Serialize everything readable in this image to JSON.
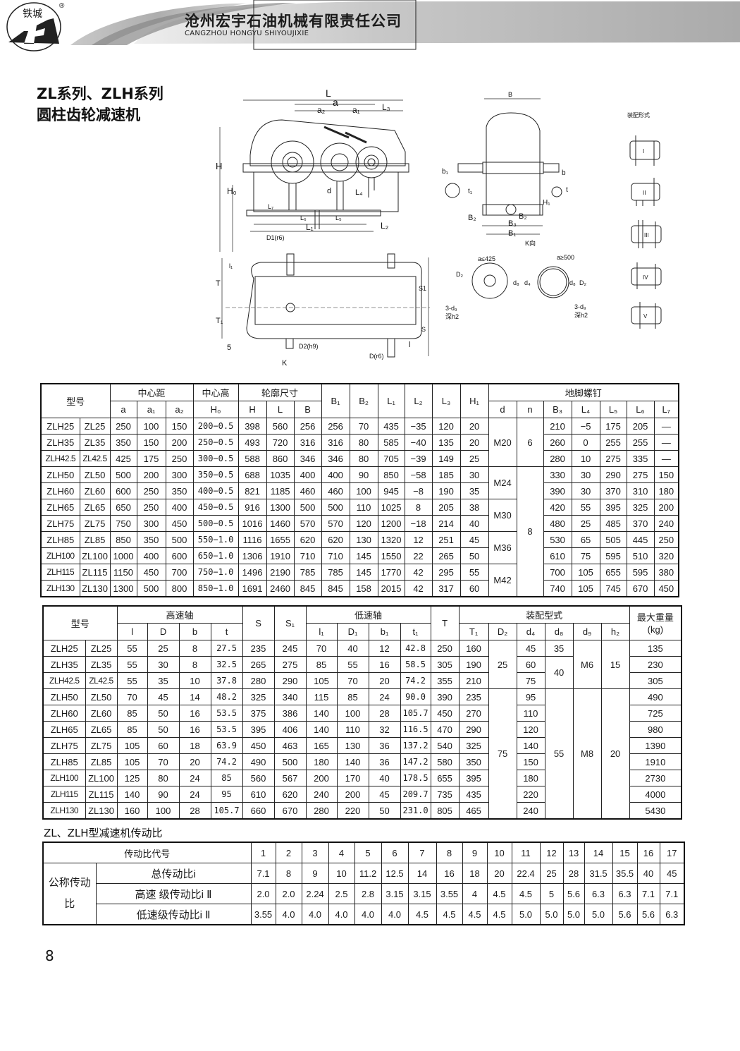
{
  "header": {
    "logo_text": "铁城",
    "logo_mark": "TC",
    "registered": "®",
    "company_cn": "沧州宏宇石油机械有限责任公司",
    "company_en": "CANGZHOU HONGYU SHIYOUJIXIE"
  },
  "title": {
    "line1": "ZL系列、ZLH系列",
    "line2": "圆柱齿轮减速机"
  },
  "drawings": {
    "front": {
      "L": "L",
      "a": "a",
      "a2": "a₂",
      "a1": "a₁",
      "L3": "L₃",
      "H": "H",
      "H0": "H₀",
      "d": "d",
      "L4": "L₄",
      "L7": "L₇",
      "L6": "L₆",
      "L5": "L₅",
      "L1": "L₁",
      "L2": "L₂"
    },
    "side": {
      "B": "B",
      "b1": "b₁",
      "b": "b",
      "t1": "t₁",
      "t": "t",
      "H1": "H₁",
      "B2a": "B₂",
      "B2b": "B₂",
      "B3": "B₃",
      "B1": "B₁",
      "k_view": "K向"
    },
    "top": {
      "D1": "D1(r6)",
      "l1": "l₁",
      "T": "T",
      "S1": "S1",
      "T1": "T₁",
      "S": "S",
      "five": "5",
      "D2": "D2(h9)",
      "K": "K",
      "D": "D(r6)",
      "l": "l"
    },
    "flange_small": {
      "cond": "a≤425",
      "D2": "D₂",
      "d8": "d₈",
      "d4": "d₄",
      "holes": "3-d₉",
      "depth": "深h2"
    },
    "flange_large": {
      "cond": "a≥500",
      "d8": "d₈",
      "D2": "D₂",
      "holes": "3-d₉",
      "depth": "深h2"
    },
    "assembly": {
      "title": "装配形式",
      "forms": [
        "I",
        "II",
        "III",
        "IV",
        "V"
      ]
    }
  },
  "table1": {
    "headers": {
      "model": "型号",
      "center_distance": "中心距",
      "center_height": "中心高",
      "outline": "轮廓尺寸",
      "anchor": "地脚螺钉",
      "a": "a",
      "a1": "a₁",
      "a2": "a₂",
      "H0": "H₀",
      "H": "H",
      "L": "L",
      "B": "B",
      "B1": "B₁",
      "B2": "B₂",
      "L1": "L₁",
      "L2": "L₂",
      "L3": "L₃",
      "H1": "H₁",
      "d": "d",
      "n": "n",
      "B3": "B₃",
      "L4": "L₄",
      "L5": "L₅",
      "L6": "L₆",
      "L7": "L₇"
    },
    "rows": [
      [
        "ZLH25",
        "ZL25",
        "250",
        "100",
        "150",
        "200−0.5",
        "398",
        "560",
        "256",
        "256",
        "70",
        "435",
        "−35",
        "120",
        "20",
        "210",
        "−5",
        "175",
        "205",
        "—"
      ],
      [
        "ZLH35",
        "ZL35",
        "350",
        "150",
        "200",
        "250−0.5",
        "493",
        "720",
        "316",
        "316",
        "80",
        "585",
        "−40",
        "135",
        "20",
        "260",
        "0",
        "255",
        "255",
        "—"
      ],
      [
        "ZLH42.5",
        "ZL42.5",
        "425",
        "175",
        "250",
        "300−0.5",
        "588",
        "860",
        "346",
        "346",
        "80",
        "705",
        "−39",
        "149",
        "25",
        "280",
        "10",
        "275",
        "335",
        "—"
      ],
      [
        "ZLH50",
        "ZL50",
        "500",
        "200",
        "300",
        "350−0.5",
        "688",
        "1035",
        "400",
        "400",
        "90",
        "850",
        "−58",
        "185",
        "30",
        "330",
        "30",
        "290",
        "275",
        "150"
      ],
      [
        "ZLH60",
        "ZL60",
        "600",
        "250",
        "350",
        "400−0.5",
        "821",
        "1185",
        "460",
        "460",
        "100",
        "945",
        "−8",
        "190",
        "35",
        "390",
        "30",
        "370",
        "310",
        "180"
      ],
      [
        "ZLH65",
        "ZL65",
        "650",
        "250",
        "400",
        "450−0.5",
        "916",
        "1300",
        "500",
        "500",
        "110",
        "1025",
        "8",
        "205",
        "38",
        "420",
        "55",
        "395",
        "325",
        "200"
      ],
      [
        "ZLH75",
        "ZL75",
        "750",
        "300",
        "450",
        "500−0.5",
        "1016",
        "1460",
        "570",
        "570",
        "120",
        "1200",
        "−18",
        "214",
        "40",
        "480",
        "25",
        "485",
        "370",
        "240"
      ],
      [
        "ZLH85",
        "ZL85",
        "850",
        "350",
        "500",
        "550−1.0",
        "1116",
        "1655",
        "620",
        "620",
        "130",
        "1320",
        "12",
        "251",
        "45",
        "530",
        "65",
        "505",
        "445",
        "250"
      ],
      [
        "ZLH100",
        "ZL100",
        "1000",
        "400",
        "600",
        "650−1.0",
        "1306",
        "1910",
        "710",
        "710",
        "145",
        "1550",
        "22",
        "265",
        "50",
        "610",
        "75",
        "595",
        "510",
        "320"
      ],
      [
        "ZLH115",
        "ZL115",
        "1150",
        "450",
        "700",
        "750−1.0",
        "1496",
        "2190",
        "785",
        "785",
        "145",
        "1770",
        "42",
        "295",
        "55",
        "700",
        "105",
        "655",
        "595",
        "380"
      ],
      [
        "ZLH130",
        "ZL130",
        "1300",
        "500",
        "800",
        "850−1.0",
        "1691",
        "2460",
        "845",
        "845",
        "158",
        "2015",
        "42",
        "317",
        "60",
        "740",
        "105",
        "745",
        "670",
        "450"
      ]
    ],
    "merged": {
      "d": [
        {
          "value": "M20",
          "rows": 3
        },
        {
          "value": "M24",
          "rows": 2
        },
        {
          "value": "M30",
          "rows": 2
        },
        {
          "value": "M36",
          "rows": 2
        },
        {
          "value": "M42",
          "rows": 2
        }
      ],
      "n": [
        {
          "value": "6",
          "rows": 3
        },
        {
          "value": "8",
          "rows": 8
        }
      ]
    }
  },
  "table2": {
    "headers": {
      "model": "型号",
      "high_shaft": "高速轴",
      "low_shaft": "低速轴",
      "assembly": "装配型式",
      "weight": "最大重量",
      "weight_unit": "(kg)",
      "l": "l",
      "D": "D",
      "b": "b",
      "t": "t",
      "S": "S",
      "S1": "S₁",
      "l1": "l₁",
      "D1": "D₁",
      "b1": "b₁",
      "t1": "t₁",
      "T": "T",
      "T1": "T₁",
      "D2": "D₂",
      "d4": "d₄",
      "d8": "d₈",
      "d9": "d₉",
      "h2": "h₂"
    },
    "rows": [
      [
        "ZLH25",
        "ZL25",
        "55",
        "25",
        "8",
        "27.5",
        "235",
        "245",
        "70",
        "40",
        "12",
        "42.8",
        "250",
        "160",
        "45",
        "135"
      ],
      [
        "ZLH35",
        "ZL35",
        "55",
        "30",
        "8",
        "32.5",
        "265",
        "275",
        "85",
        "55",
        "16",
        "58.5",
        "305",
        "190",
        "60",
        "230"
      ],
      [
        "ZLH42.5",
        "ZL42.5",
        "55",
        "35",
        "10",
        "37.8",
        "280",
        "290",
        "105",
        "70",
        "20",
        "74.2",
        "355",
        "210",
        "75",
        "305"
      ],
      [
        "ZLH50",
        "ZL50",
        "70",
        "45",
        "14",
        "48.2",
        "325",
        "340",
        "115",
        "85",
        "24",
        "90.0",
        "390",
        "235",
        "95",
        "490"
      ],
      [
        "ZLH60",
        "ZL60",
        "85",
        "50",
        "16",
        "53.5",
        "375",
        "386",
        "140",
        "100",
        "28",
        "105.7",
        "450",
        "270",
        "110",
        "725"
      ],
      [
        "ZLH65",
        "ZL65",
        "85",
        "50",
        "16",
        "53.5",
        "395",
        "406",
        "140",
        "110",
        "32",
        "116.5",
        "470",
        "290",
        "120",
        "980"
      ],
      [
        "ZLH75",
        "ZL75",
        "105",
        "60",
        "18",
        "63.9",
        "450",
        "463",
        "165",
        "130",
        "36",
        "137.2",
        "540",
        "325",
        "140",
        "1390"
      ],
      [
        "ZLH85",
        "ZL85",
        "105",
        "70",
        "20",
        "74.2",
        "490",
        "500",
        "180",
        "140",
        "36",
        "147.2",
        "580",
        "350",
        "150",
        "1910"
      ],
      [
        "ZLH100",
        "ZL100",
        "125",
        "80",
        "24",
        "85",
        "560",
        "567",
        "200",
        "170",
        "40",
        "178.5",
        "655",
        "395",
        "180",
        "2730"
      ],
      [
        "ZLH115",
        "ZL115",
        "140",
        "90",
        "24",
        "95",
        "610",
        "620",
        "240",
        "200",
        "45",
        "209.7",
        "735",
        "435",
        "220",
        "4000"
      ],
      [
        "ZLH130",
        "ZL130",
        "160",
        "100",
        "28",
        "105.7",
        "660",
        "670",
        "280",
        "220",
        "50",
        "231.0",
        "805",
        "465",
        "240",
        "5430"
      ]
    ],
    "merged": {
      "D2": [
        {
          "value": "25",
          "rows": 3
        },
        {
          "value": "75",
          "rows": 8
        }
      ],
      "d8": [
        {
          "value": "35",
          "rows": 1
        },
        {
          "value": "40",
          "rows": 2
        },
        {
          "value": "55",
          "rows": 8
        }
      ],
      "d9": [
        {
          "value": "M6",
          "rows": 3
        },
        {
          "value": "M8",
          "rows": 8
        }
      ],
      "h2": [
        {
          "value": "15",
          "rows": 3
        },
        {
          "value": "20",
          "rows": 8
        }
      ]
    }
  },
  "table3": {
    "caption": "ZL、ZLH型减速机传动比",
    "code_label": "传动比代号",
    "group_label": "公称传动比",
    "codes": [
      "1",
      "2",
      "3",
      "4",
      "5",
      "6",
      "7",
      "8",
      "9",
      "10",
      "11",
      "12",
      "13",
      "14",
      "15",
      "16",
      "17"
    ],
    "rows": [
      {
        "label": "总传动比i",
        "values": [
          "7.1",
          "8",
          "9",
          "10",
          "11.2",
          "12.5",
          "14",
          "16",
          "18",
          "20",
          "22.4",
          "25",
          "28",
          "31.5",
          "35.5",
          "40",
          "45"
        ]
      },
      {
        "label": "高速 级传动比i Ⅱ",
        "values": [
          "2.0",
          "2.0",
          "2.24",
          "2.5",
          "2.8",
          "3.15",
          "3.15",
          "3.55",
          "4",
          "4.5",
          "4.5",
          "5",
          "5.6",
          "6.3",
          "6.3",
          "7.1",
          "7.1"
        ]
      },
      {
        "label": "低速级传动比i Ⅱ",
        "values": [
          "3.55",
          "4.0",
          "4.0",
          "4.0",
          "4.0",
          "4.0",
          "4.5",
          "4.5",
          "4.5",
          "4.5",
          "5.0",
          "5.0",
          "5.0",
          "5.0",
          "5.6",
          "5.6",
          "6.3"
        ]
      }
    ]
  },
  "footer": {
    "page_number": "8"
  }
}
